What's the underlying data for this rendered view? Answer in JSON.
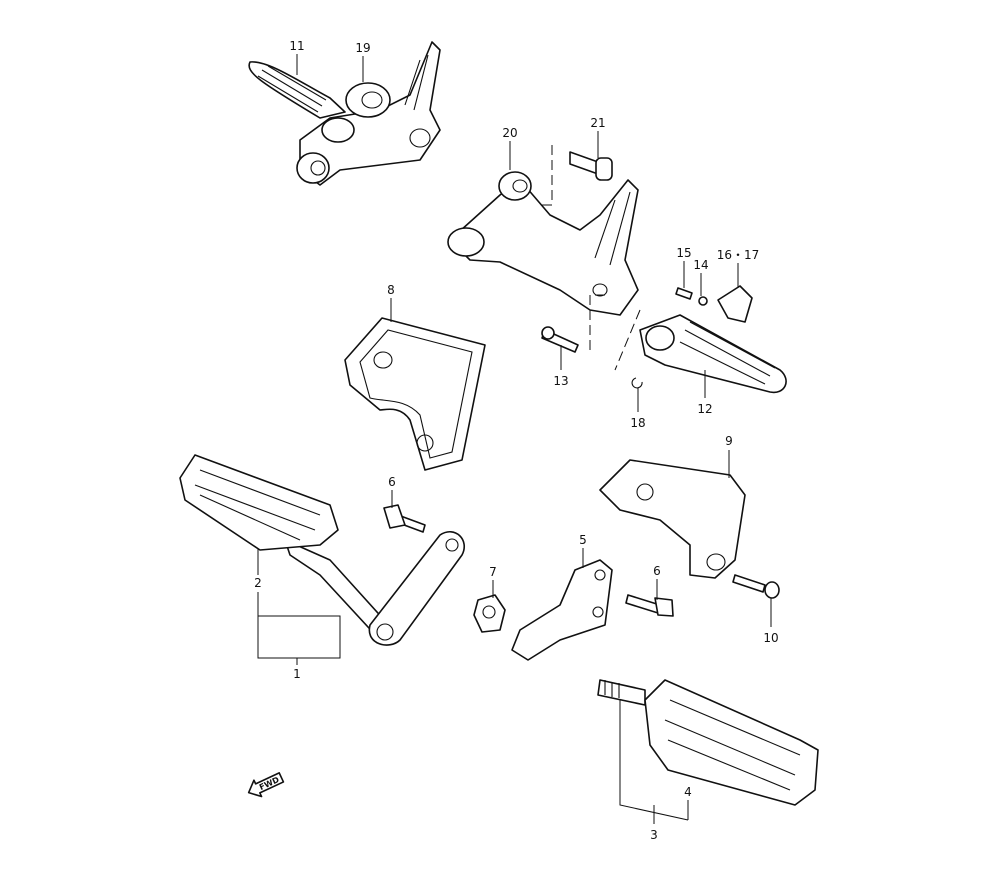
{
  "labels": {
    "p1": "1",
    "p2": "2",
    "p3": "3",
    "p4": "4",
    "p5": "5",
    "p6a": "6",
    "p6b": "6",
    "p7": "7",
    "p8": "8",
    "p9": "9",
    "p10": "10",
    "p11": "11",
    "p12": "12",
    "p13": "13",
    "p14": "14",
    "p15": "15",
    "p16_17": "16・17",
    "p18": "18",
    "p19": "19",
    "p20": "20",
    "p21": "21"
  },
  "direction_marker": "FWD"
}
